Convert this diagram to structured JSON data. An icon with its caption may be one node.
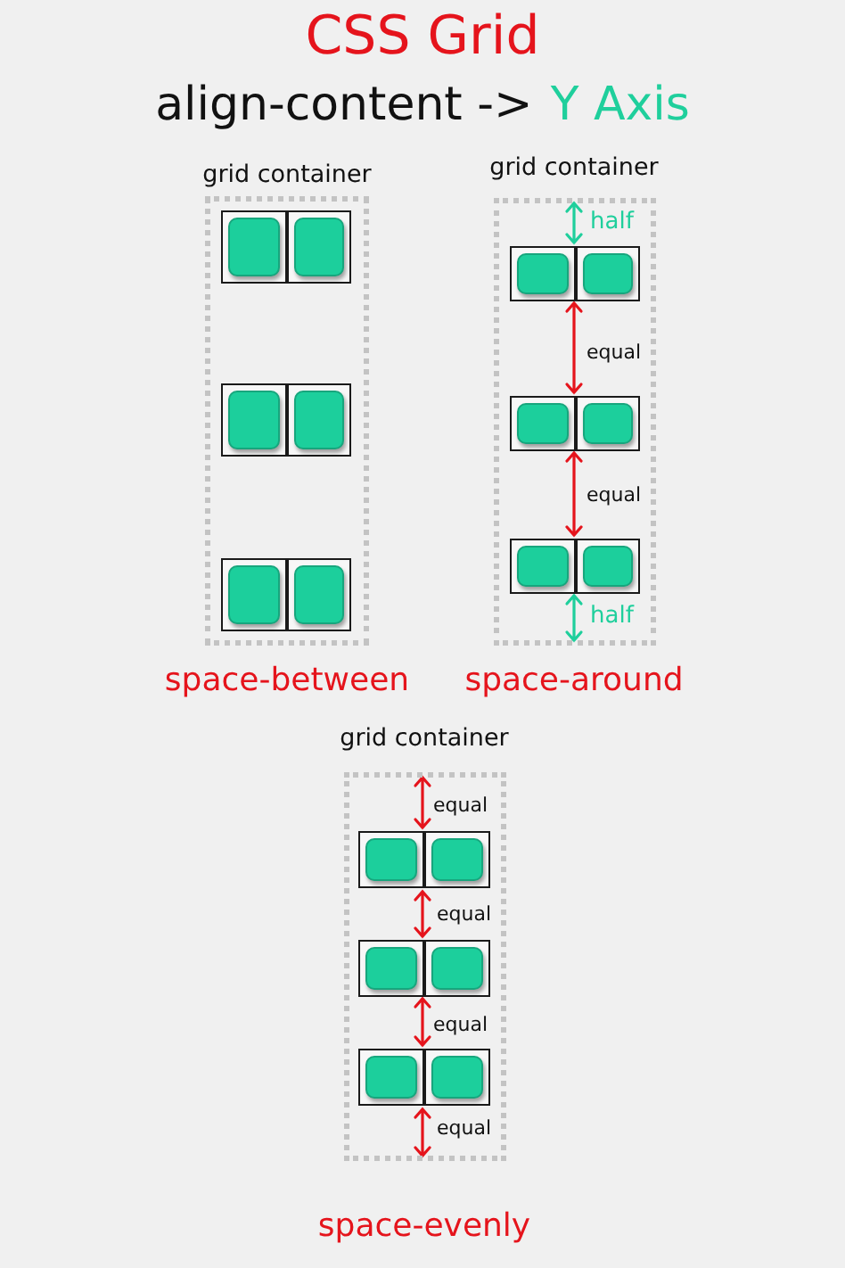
{
  "diagram": {
    "title": "CSS Grid",
    "nodes": [
      {
        "text": [
          "grid container"
        ],
        "beside": [
          "space-between"
        ]
      },
      {
        "text": [
          "grid container"
        ],
        "beside": [
          "space-around"
        ]
      },
      {
        "text": [
          "grid container"
        ],
        "beside": [
          "space-evenly"
        ]
      }
    ],
    "labels": [
      "align-content ->",
      "Y Axis",
      "half",
      "equal",
      "equal",
      "half",
      "equal",
      "equal",
      "equal",
      "equal"
    ]
  }
}
